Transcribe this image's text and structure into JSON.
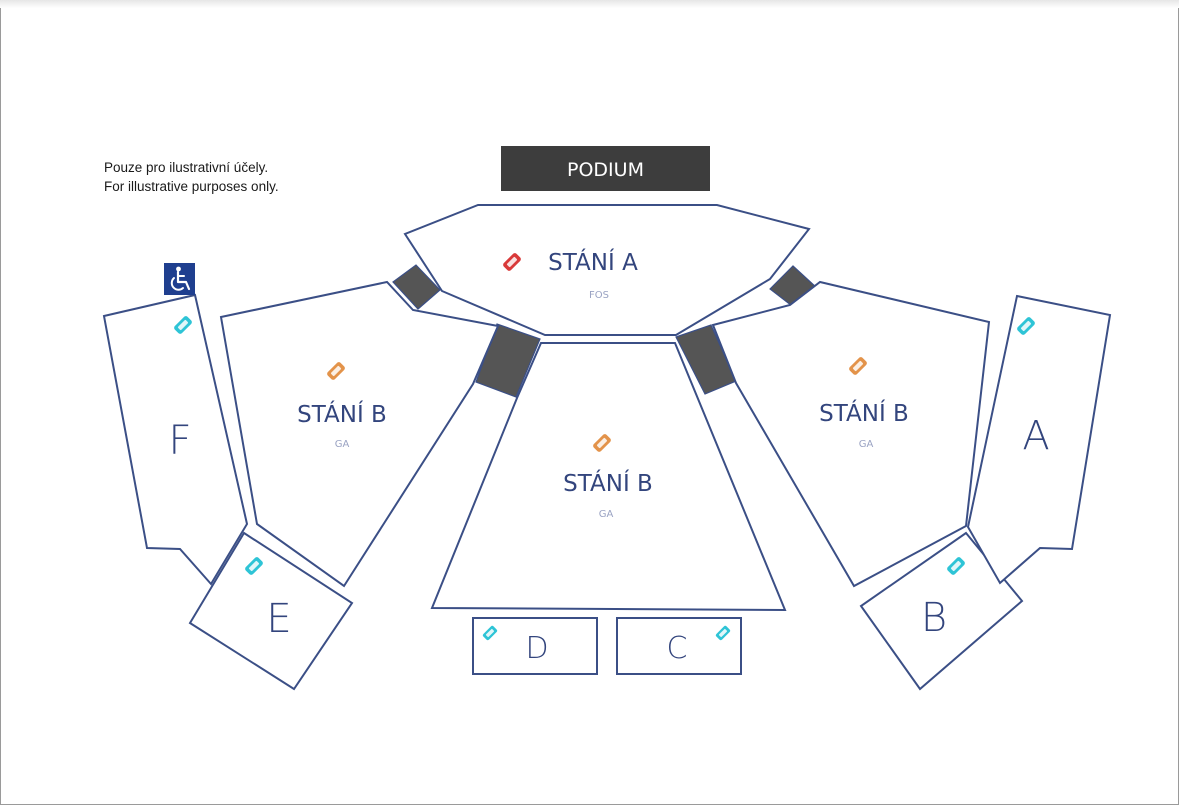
{
  "disclaimer": {
    "line1": "Pouze pro ilustrativní účely.",
    "line2": "For illustrative purposes only."
  },
  "stage": {
    "label": "PODIUM"
  },
  "sections": {
    "stani_a": {
      "name": "STÁNÍ A",
      "type": "FOS",
      "ticket_color": "#d93a3a"
    },
    "stani_b_left": {
      "name": "STÁNÍ B",
      "type": "GA",
      "ticket_color": "#e3934a"
    },
    "stani_b_center": {
      "name": "STÁNÍ B",
      "type": "GA",
      "ticket_color": "#e3934a"
    },
    "stani_b_right": {
      "name": "STÁNÍ B",
      "type": "GA",
      "ticket_color": "#e3934a"
    },
    "sector_a": {
      "name": "A",
      "ticket_color": "#2ec4d6"
    },
    "sector_b": {
      "name": "B",
      "ticket_color": "#2ec4d6"
    },
    "sector_c": {
      "name": "C",
      "ticket_color": "#2ec4d6"
    },
    "sector_d": {
      "name": "D",
      "ticket_color": "#2ec4d6"
    },
    "sector_e": {
      "name": "E",
      "ticket_color": "#2ec4d6"
    },
    "sector_f": {
      "name": "F",
      "ticket_color": "#2ec4d6"
    }
  },
  "icons": {
    "wheelchair": "wheelchair-icon",
    "ticket": "ticket-icon"
  },
  "colors": {
    "outline": "#3b4f86",
    "stage": "#3d3d3d",
    "tower": "#555555",
    "wheelchair_bg": "#1f3f8f"
  }
}
